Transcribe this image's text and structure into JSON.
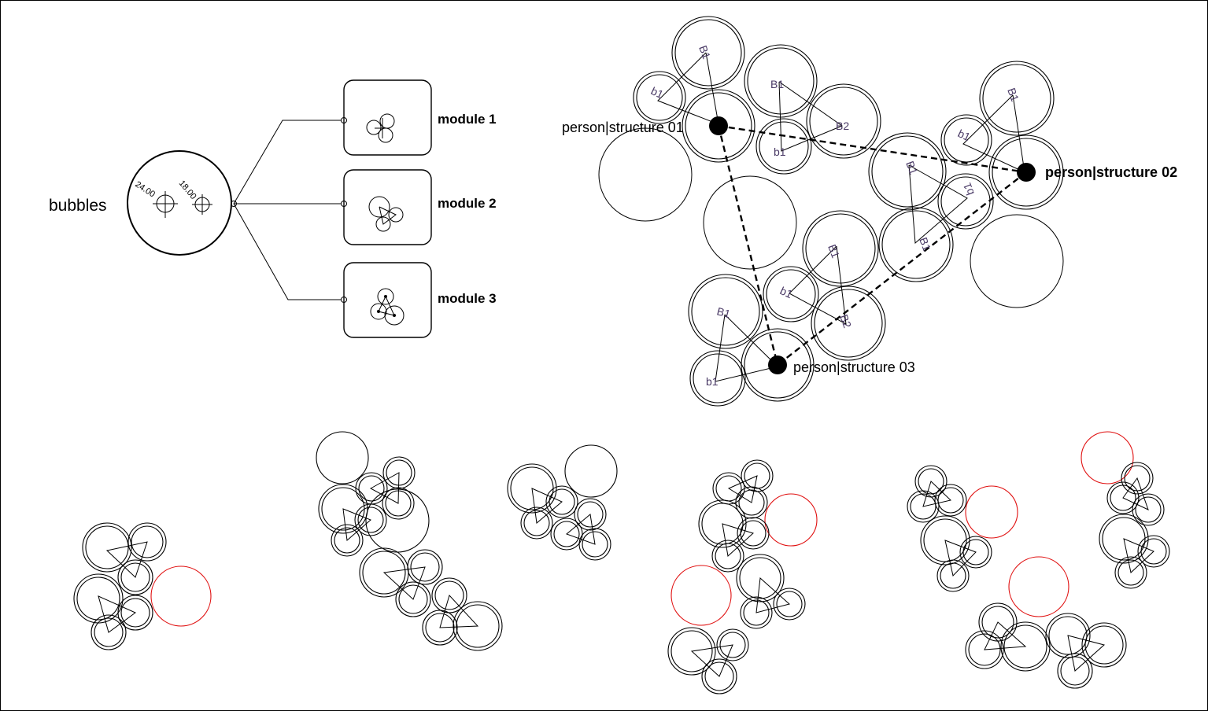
{
  "legend": {
    "bubbles_label": "bubbles",
    "dimension_1": "24.00",
    "dimension_2": "18.00",
    "modules": [
      {
        "label": "module 1"
      },
      {
        "label": "module 2"
      },
      {
        "label": "module 3"
      }
    ]
  },
  "network": {
    "persons": [
      {
        "label": "person|structure 01"
      },
      {
        "label": "person|structure 02"
      },
      {
        "label": "person|structure 03"
      }
    ],
    "bubble_labels": [
      "B1",
      "b1",
      "B1",
      "b1",
      "B2",
      "B1",
      "b1",
      "B1",
      "b1",
      "B1",
      "B2",
      "B1",
      "b1",
      "b1",
      "B1",
      "b1"
    ]
  },
  "colors": {
    "line": "#000000",
    "highlight": "#e01010",
    "bubble_text": "#4a3a66",
    "background": "#ffffff"
  }
}
